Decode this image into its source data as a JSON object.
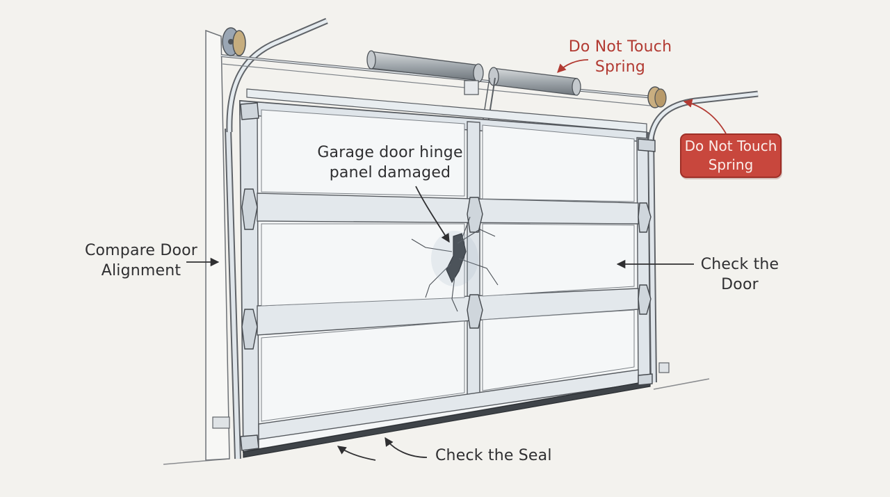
{
  "labels": {
    "spring_top": [
      "Do Not Touch",
      "Spring"
    ],
    "spring_badge": [
      "Do Not Touch",
      "Spring"
    ],
    "hinge": [
      "Garage door hinge",
      "panel damaged"
    ],
    "alignment": [
      "Compare Door",
      "Alignment"
    ],
    "door": [
      "Check the",
      "Door"
    ],
    "seal": "Check the Seal"
  },
  "colors": {
    "background": "#f3f2ee",
    "ink": "#2f2f31",
    "warning_red": "#c8473d",
    "warning_text": "#b23a32",
    "frame": "#dfe5ea",
    "panel": "#f0f3f5"
  }
}
